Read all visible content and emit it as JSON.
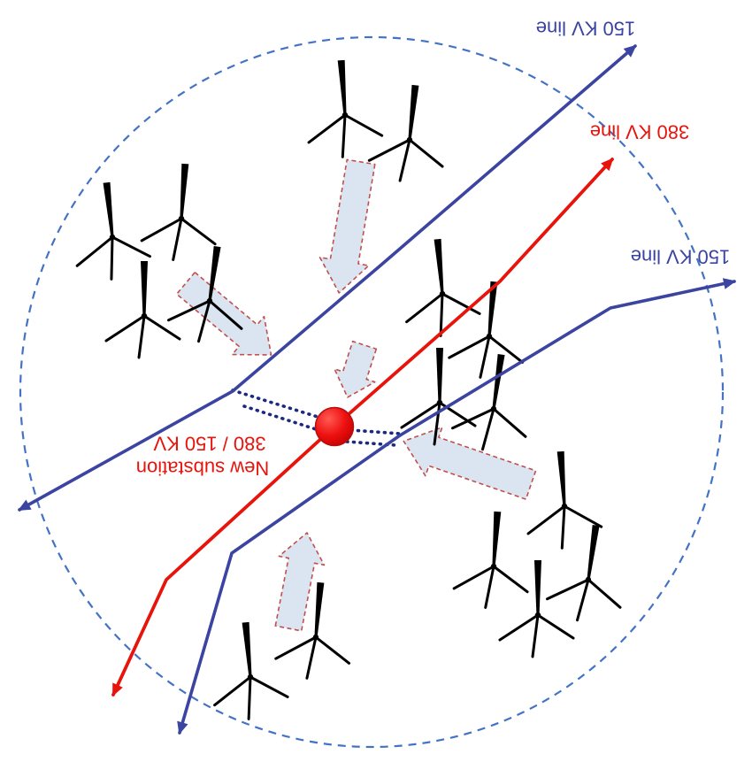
{
  "diagram": {
    "labels": {
      "line_150kv_upper": "150 KV line",
      "line_380kv": "380 KV line",
      "line_150kv_lower": "150 KV line",
      "substation_voltage": "380 / 150 KV",
      "substation_name": "New substation"
    },
    "colors": {
      "kv150_line": "#3b44a0",
      "kv380_line": "#e8140c",
      "site_boundary": "#4472c4",
      "flow_arrow_fill": "#dbe5f1",
      "flow_arrow_outline": "#c0504d",
      "substation_marker": "#ee1111",
      "turbine": "#000000"
    }
  }
}
